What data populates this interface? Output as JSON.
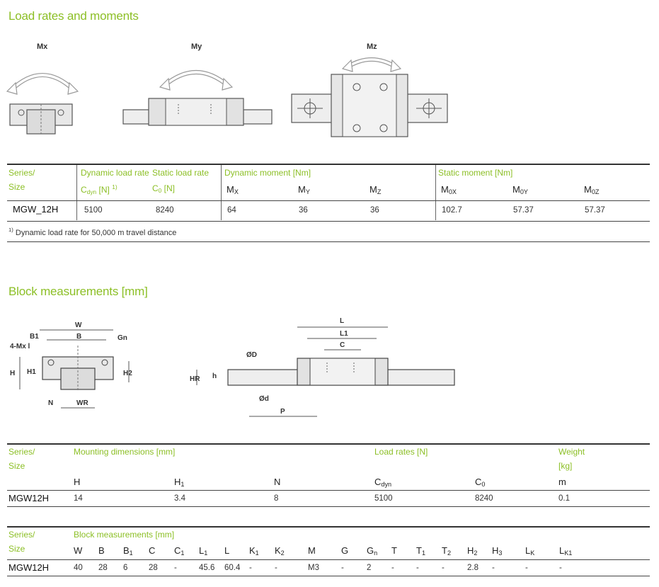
{
  "load_section": {
    "title": "Load rates and moments",
    "diagram_labels": {
      "mx": "Mx",
      "my": "My",
      "mz": "Mz"
    },
    "header": {
      "series_line1": "Series/",
      "series_line2": "Size",
      "dyn_load_rate": "Dynamic load rate",
      "dyn_load_symbol": "Cdyn [N] 1)",
      "stat_load_rate": "Static load rate",
      "stat_load_symbol": "C0 [N]",
      "dyn_moment": "Dynamic moment [Nm]",
      "stat_moment": "Static moment [Nm]",
      "sym_mx": "MX",
      "sym_my": "MY",
      "sym_mz": "MZ",
      "sym_m0x": "M0X",
      "sym_m0y": "M0Y",
      "sym_m0z": "M0Z"
    },
    "row": {
      "series": "MGW_12H",
      "cdyn": "5100",
      "c0": "8240",
      "mx": "64",
      "my": "36",
      "mz": "36",
      "m0x": "102.7",
      "m0y": "57.37",
      "m0z": "57.37"
    },
    "footnote_mark": "1)",
    "footnote": "Dynamic load rate for 50,000 m travel distance"
  },
  "block_section": {
    "title": "Block measurements [mm]",
    "diagram_labels": {
      "w": "W",
      "b": "B",
      "b1": "B1",
      "gn": "Gn",
      "mxl": "4-Mx l",
      "h": "H",
      "h1": "H1",
      "h2": "H2",
      "n": "N",
      "wr": "WR",
      "l": "L",
      "l1": "L1",
      "c": "C",
      "od": "ØD",
      "hr": "HR",
      "hh": "h",
      "od_small": "Ød",
      "p": "P"
    }
  },
  "mounting_table": {
    "series_line1": "Series/",
    "series_line2": "Size",
    "mounting_dims": "Mounting dimensions [mm]",
    "load_rates": "Load rates [N]",
    "weight_line1": "Weight",
    "weight_line2": "[kg]",
    "sym_h": "H",
    "sym_h1": "H1",
    "sym_n": "N",
    "sym_cdyn": "Cdyn",
    "sym_c0": "C0",
    "sym_m": "m",
    "row": {
      "series": "MGW12H",
      "h": "14",
      "h1": "3.4",
      "n": "8",
      "cdyn": "5100",
      "c0": "8240",
      "m": "0.1"
    }
  },
  "block_table": {
    "series_line1": "Series/",
    "series_line2": "Size",
    "block_meas": "Block measurements [mm]",
    "columns": [
      "W",
      "B",
      "B1",
      "C",
      "C1",
      "L1",
      "L",
      "K1",
      "K2",
      "M",
      "G",
      "Gn",
      "T",
      "T1",
      "T2",
      "H2",
      "H3",
      "LK",
      "LK1"
    ],
    "row": {
      "series": "MGW12H",
      "values": [
        "40",
        "28",
        "6",
        "28",
        "-",
        "45.6",
        "60.4",
        "-",
        "-",
        "M3",
        "-",
        "2",
        "-",
        "-",
        "-",
        "2.8",
        "-",
        "-",
        "-"
      ]
    }
  },
  "colors": {
    "accent": "#8cbf26",
    "rule": "#444444"
  }
}
